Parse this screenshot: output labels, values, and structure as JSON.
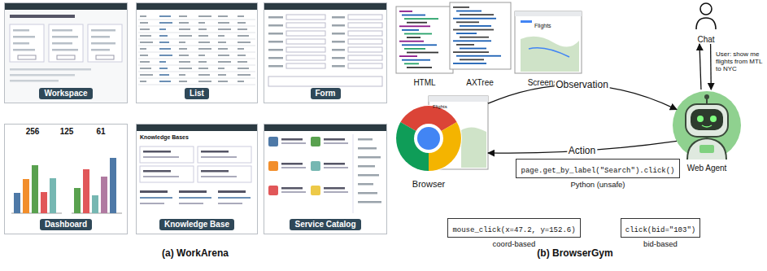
{
  "diagram": {
    "nodes": [
      {
        "text": [
          "Workspace"
        ]
      },
      {
        "text": [
          "List"
        ]
      },
      {
        "text": [
          "Form"
        ]
      },
      {
        "text": [
          "Dashboard"
        ]
      },
      {
        "text": [
          "Knowledge Base"
        ]
      },
      {
        "text": [
          "Service Catalog"
        ]
      },
      {
        "text": [
          "HTML"
        ]
      },
      {
        "text": [
          "AXTree"
        ]
      },
      {
        "text": [
          "Screenshot"
        ]
      },
      {
        "text": [
          "Browser"
        ]
      },
      {
        "text": [
          "Web Agent"
        ]
      },
      {
        "text": [
          "Chat"
        ]
      },
      {
        "text": [
          "page.get_by_label(\"Search\").click()",
          "Python (unsafe)"
        ]
      },
      {
        "text": [
          "mouse_click(x=47.2, y=152.6)",
          "coord-based"
        ]
      },
      {
        "text": [
          "click(bid=\"103\")",
          "bid-based"
        ]
      }
    ],
    "edges": [
      {
        "from": 9,
        "to": 10,
        "label": "Observation",
        "arrow": "to"
      },
      {
        "from": 10,
        "to": 9,
        "label": "Action",
        "arrow": "to"
      },
      {
        "from": 11,
        "to": 10,
        "label": "User: show me flights from MTL to NYC",
        "arrow": "to"
      },
      {
        "from": 10,
        "to": 11,
        "arrow": "to"
      }
    ],
    "labels": [
      "(a) WorkArena",
      "(b) BrowserGym",
      "256",
      "125",
      "61",
      "Knowledge Bases",
      "Flights",
      "Flights"
    ]
  }
}
